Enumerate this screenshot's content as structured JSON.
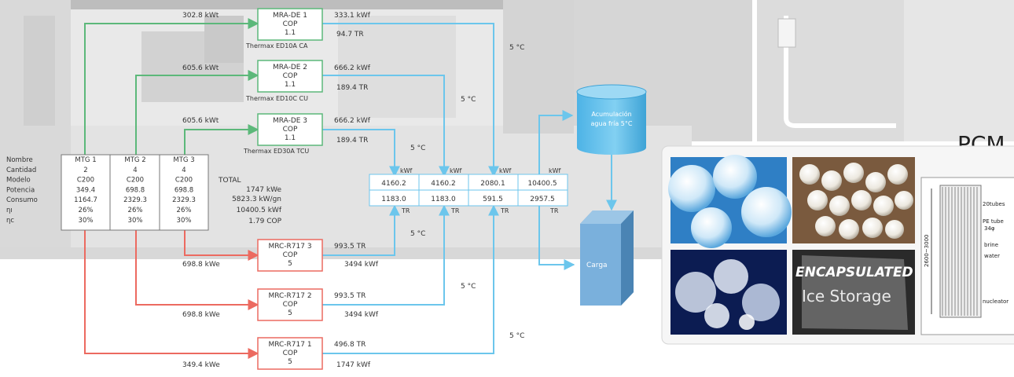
{
  "pcm_label": "PCM",
  "table": {
    "headers": [
      "MTG 1",
      "MTG 2",
      "MTG 3"
    ],
    "rows": [
      {
        "label": "Nombre",
        "values": [
          "MTG 1",
          "MTG 2",
          "MTG 3"
        ]
      },
      {
        "label": "Cantidad",
        "values": [
          "2",
          "4",
          "4"
        ]
      },
      {
        "label": "Modelo",
        "values": [
          "C200",
          "C200",
          "C200"
        ]
      },
      {
        "label": "Potencia",
        "values": [
          "349.4",
          "698.8",
          "698.8"
        ]
      },
      {
        "label": "Consumo",
        "values": [
          "1164.7",
          "2329.3",
          "2329.3"
        ]
      },
      {
        "label": "ηı",
        "values": [
          "26%",
          "26%",
          "26%"
        ]
      },
      {
        "label": "ηc",
        "values": [
          "30%",
          "30%",
          "30%"
        ]
      }
    ],
    "total_label": "TOTAL",
    "totals": [
      "1747 kWe",
      "5823.3 kW/gn",
      "10400.5 kWf",
      "1.79 COP"
    ]
  },
  "absorption": [
    {
      "name": "MRA-DE 1",
      "cop_label": "COP",
      "cop": "1.1",
      "model": "Thermax ED10A CA",
      "input": "302.8 kWt",
      "output_kwf": "333.1 kWf",
      "output_tr": "94.7 TR",
      "temp": "5 °C"
    },
    {
      "name": "MRA-DE 2",
      "cop_label": "COP",
      "cop": "1.1",
      "model": "Thermax ED10C CU",
      "input": "605.6 kWt",
      "output_kwf": "666.2 kWf",
      "output_tr": "189.4 TR",
      "temp": "5 °C"
    },
    {
      "name": "MRA-DE 3",
      "cop_label": "COP",
      "cop": "1.1",
      "model": "Thermax ED30A TCU",
      "input": "605.6 kWt",
      "output_kwf": "666.2 kWf",
      "output_tr": "189.4 TR",
      "temp": "5 °C"
    }
  ],
  "compression": [
    {
      "name": "MRC-R717 3",
      "cop_label": "COP",
      "cop": "5",
      "input": "698.8 kWe",
      "output_tr": "993.5 TR",
      "output_kwf": "3494 kWf",
      "temp": "5 °C"
    },
    {
      "name": "MRC-R717 2",
      "cop_label": "COP",
      "cop": "5",
      "input": "698.8 kWe",
      "output_tr": "993.5 TR",
      "output_kwf": "3494 kWf",
      "temp": "5 °C"
    },
    {
      "name": "MRC-R717 1",
      "cop_label": "COP",
      "cop": "5",
      "input": "349.4 kWe",
      "output_tr": "496.8 TR",
      "output_kwf": "1747 kWf",
      "temp": "5 °C"
    }
  ],
  "summary": {
    "unit_kwf": "kWf",
    "unit_tr": "TR",
    "kwf": [
      "4160.2",
      "4160.2",
      "2080.1",
      "10400.5"
    ],
    "tr": [
      "1183.0",
      "1183.0",
      "591.5",
      "2957.5"
    ]
  },
  "tank_label": [
    "Acumulación",
    "agua fría 5°C"
  ],
  "load_label": "Carga",
  "photo_captions": {
    "encapsulated": "ENCAPSULATED",
    "ice": "Ice Storage"
  },
  "schematic_labels": [
    "20tubes",
    "PE tube",
    "34φ",
    "brine",
    "water",
    "nucleator",
    "2600~3000"
  ],
  "colors": {
    "hot": "#5cb87a",
    "cold": "#6cc6ec",
    "elec": "#ec6a60",
    "tank": "#4db3e6",
    "load": "#7ab0dc"
  }
}
